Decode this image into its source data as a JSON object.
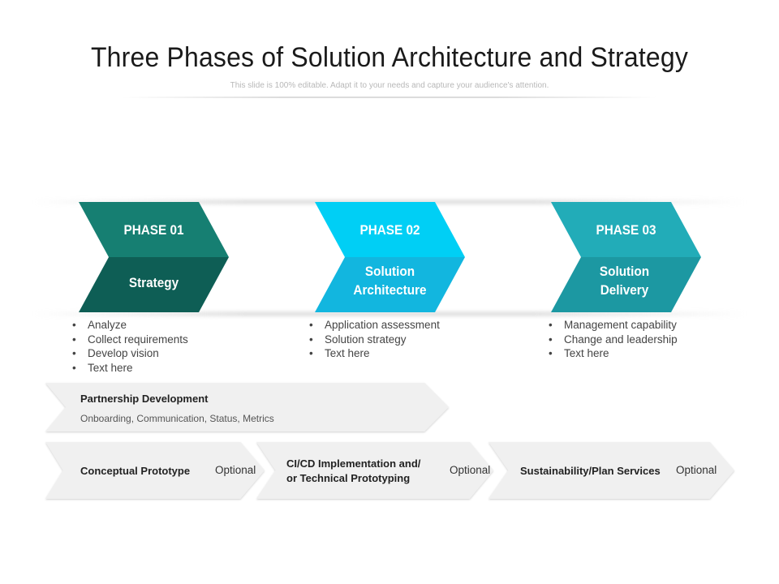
{
  "title": "Three Phases of Solution Architecture and Strategy",
  "subtitle": "This slide is 100% editable. Adapt it to your needs and capture your audience's attention.",
  "phases": [
    {
      "label": "PHASE 01",
      "name_lines": [
        "Strategy"
      ],
      "top_color": "#167F72",
      "bottom_color": "#0E5E55",
      "bullets": [
        "Analyze",
        "Collect requirements",
        "Develop vision",
        "Text here"
      ]
    },
    {
      "label": "PHASE 02",
      "name_lines": [
        "Solution",
        "Architecture"
      ],
      "top_color": "#00CFF5",
      "bottom_color": "#12B6DF",
      "bullets": [
        "Application assessment",
        "Solution strategy",
        "Text here"
      ]
    },
    {
      "label": "PHASE 03",
      "name_lines": [
        "Solution",
        "Delivery"
      ],
      "top_color": "#22ACB8",
      "bottom_color": "#1C98A2",
      "bullets": [
        "Management capability",
        "Change and leadership",
        "Text here"
      ]
    }
  ],
  "partnership": {
    "title": "Partnership Development",
    "subtitle": "Onboarding, Communication, Status, Metrics"
  },
  "steps": [
    {
      "label_lines": [
        "Conceptual Prototype"
      ],
      "tag": "Optional"
    },
    {
      "label_lines": [
        "CI/CD Implementation and/",
        "or Technical Prototyping"
      ],
      "tag": "Optional"
    },
    {
      "label_lines": [
        "Sustainability/Plan Services"
      ],
      "tag": "Optional"
    }
  ]
}
